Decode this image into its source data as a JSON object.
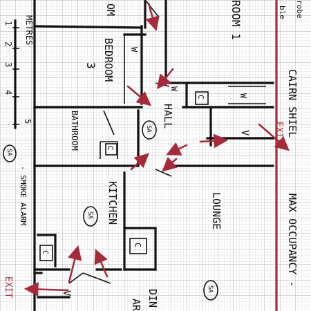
{
  "rooms": {
    "bedroom_top_fragment": "OM",
    "bedroom_1_partial": "ROOM 1",
    "bedroom_3": {
      "line1": "BEDROOM",
      "line2": "3"
    },
    "bathroom": "BATHROOM",
    "hall": "HALL",
    "kitchen": "KITCHEN",
    "lounge": "LOUNGE",
    "dining_partial": {
      "line1": "DIN",
      "line2": "AR"
    }
  },
  "scale": {
    "unit_label": "METRES",
    "ticks": [
      "1",
      "2",
      "3",
      "4",
      "5"
    ]
  },
  "markers": {
    "smoke_alarm": "SA",
    "wardrobe": "W",
    "cupboard": "C",
    "valve": "V",
    "exit": "EXIT"
  },
  "legend": {
    "smoke_alarm_key": "SA",
    "smoke_alarm_text": "- SMOKE ALARM"
  },
  "side_text": {
    "property_name": "CAIRN SHIEL",
    "occupancy": "MAX OCCUPANCY -",
    "top_right_fragment_1": "robe",
    "top_right_fragment_2": "ble"
  },
  "colors": {
    "ink": "#111111",
    "red": "#a52a3a",
    "grid": "#bdbdbd"
  }
}
